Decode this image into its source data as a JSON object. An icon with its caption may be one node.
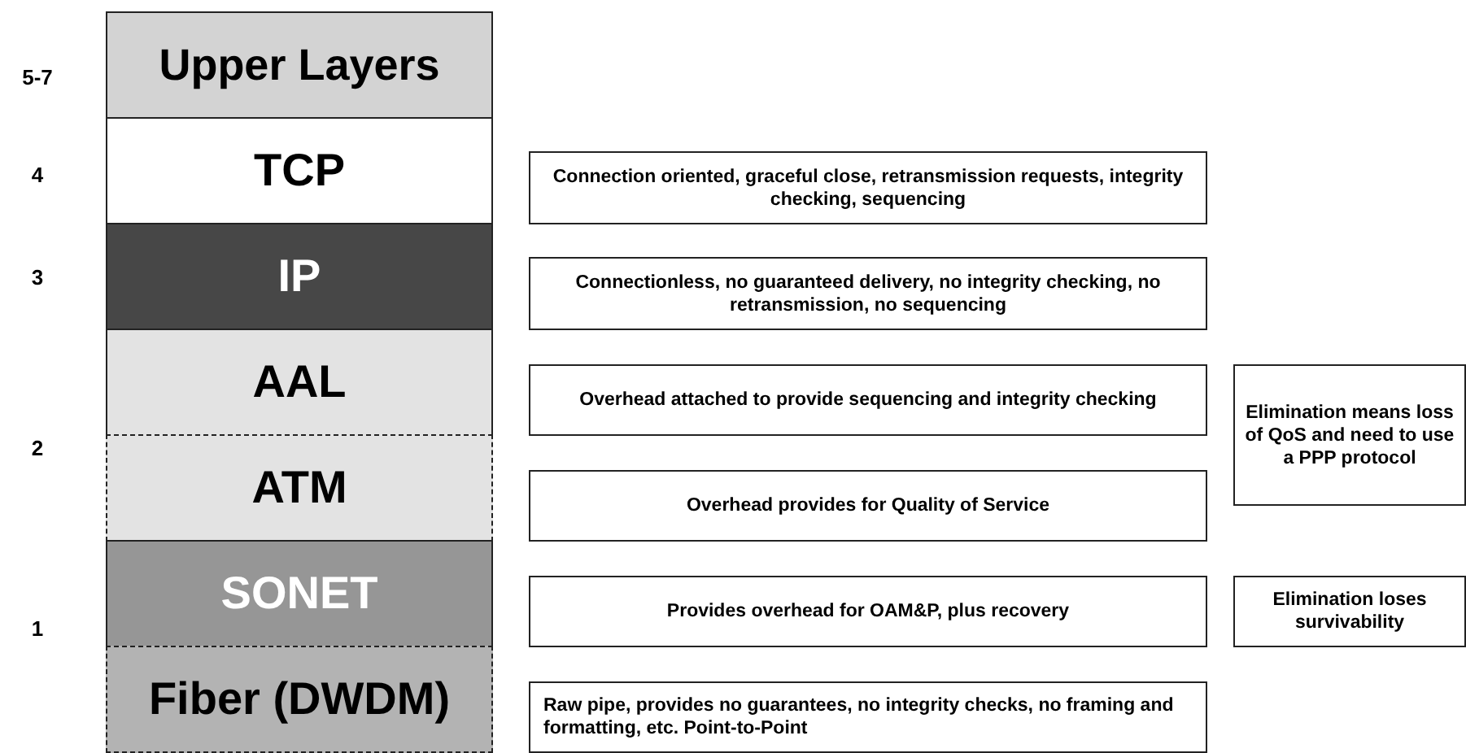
{
  "diagram": {
    "nodes": [
      {
        "text": [
          "Upper Layers"
        ]
      },
      {
        "text": [
          "TCP"
        ]
      },
      {
        "text": [
          "IP"
        ]
      },
      {
        "text": [
          "AAL"
        ]
      },
      {
        "text": [
          "ATM"
        ]
      },
      {
        "text": [
          "SONET"
        ]
      },
      {
        "text": [
          "Fiber (DWDM)"
        ]
      },
      {
        "text": [
          "Connection oriented, graceful close, retransmission requests, integrity checking, sequencing"
        ]
      },
      {
        "text": [
          "Connectionless, no guaranteed delivery, no integrity checking, no retransmission, no sequencing"
        ]
      },
      {
        "text": [
          "Overhead attached to provide sequencing and integrity checking"
        ]
      },
      {
        "text": [
          "Overhead provides for Quality of Service"
        ]
      },
      {
        "text": [
          "Provides overhead for OAM&P, plus recovery"
        ]
      },
      {
        "text": [
          "Raw pipe, provides no guarantees, no integrity checks, no framing and formatting, etc.  Point-to-Point"
        ]
      },
      {
        "text": [
          "Elimination means loss of QoS and need to use a PPP protocol"
        ]
      },
      {
        "text": [
          "Elimination loses survivability"
        ]
      }
    ],
    "labels": [
      "5-7",
      "4",
      "3",
      "2",
      "1"
    ]
  }
}
